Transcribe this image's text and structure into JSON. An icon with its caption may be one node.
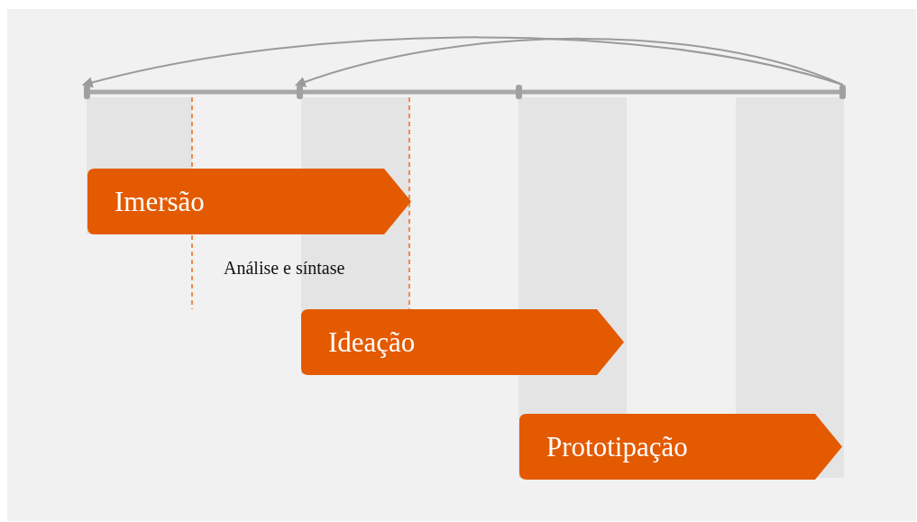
{
  "diagram": {
    "nodes": [
      {
        "text": [],
        "shape": "bar"
      },
      {
        "text": [],
        "shape": "bar"
      },
      {
        "text": [],
        "shape": "bar"
      },
      {
        "text": [],
        "shape": "bar"
      },
      {
        "text": [
          "Imersão"
        ]
      },
      {
        "text": [
          "Ideação"
        ]
      },
      {
        "text": [
          "Prototipação"
        ]
      }
    ],
    "edges": [
      {
        "from": 0,
        "to": 1,
        "arrow": "none"
      },
      {
        "from": 1,
        "to": 2,
        "arrow": "none"
      },
      {
        "from": 2,
        "to": 3,
        "arrow": "none"
      },
      {
        "from": 3,
        "to": 0,
        "arrow": "to"
      },
      {
        "from": 3,
        "to": 1,
        "arrow": "to"
      }
    ],
    "labels": [
      "Análise e síntase"
    ]
  }
}
